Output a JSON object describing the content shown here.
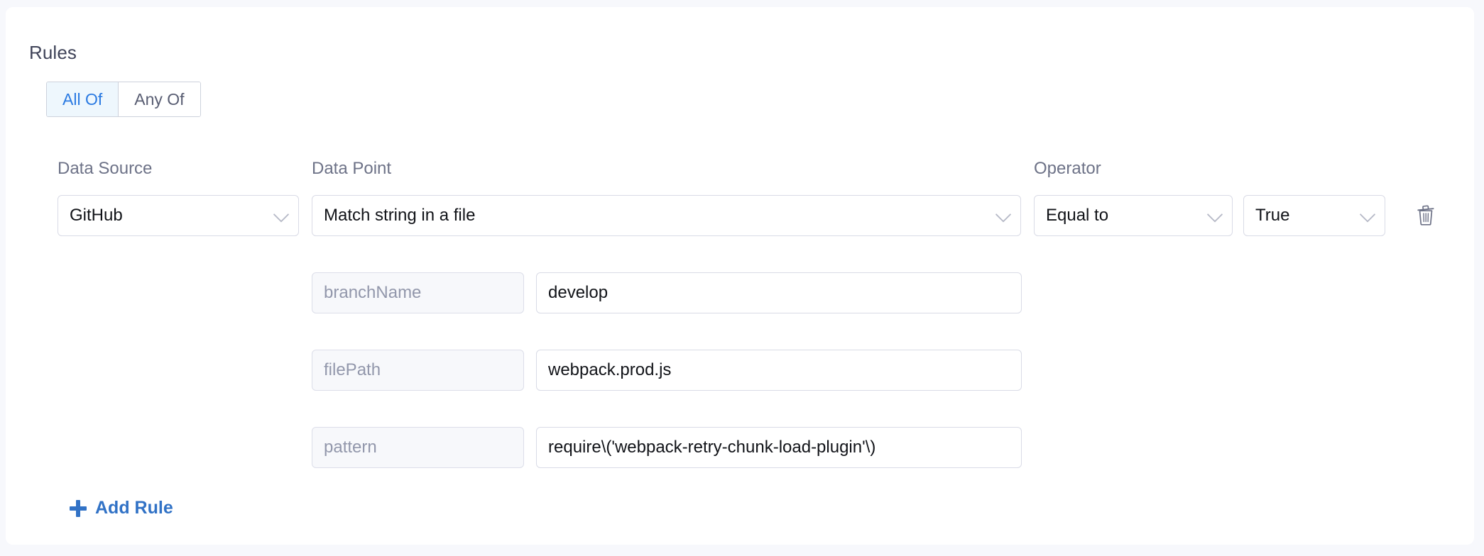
{
  "section": {
    "title": "Rules"
  },
  "match_toggle": {
    "options": [
      {
        "label": "All Of",
        "selected": true
      },
      {
        "label": "Any Of",
        "selected": false
      }
    ]
  },
  "columns": {
    "data_source_label": "Data Source",
    "data_point_label": "Data Point",
    "operator_label": "Operator"
  },
  "rule": {
    "data_source": "GitHub",
    "data_point": "Match string in a file",
    "operator": "Equal to",
    "expected_value": "True",
    "delete_icon": "trash-icon",
    "parameters": [
      {
        "key": "branchName",
        "value": "develop"
      },
      {
        "key": "filePath",
        "value": "webpack.prod.js"
      },
      {
        "key": "pattern",
        "value": "require\\('webpack-retry-chunk-load-plugin'\\)"
      }
    ]
  },
  "actions": {
    "add_rule_label": "Add Rule",
    "add_rule_icon": "plus-icon"
  },
  "colors": {
    "accent": "#3172c6",
    "toggle_active_text": "#2a7ae2",
    "toggle_active_bg": "#eef7fd",
    "label_text": "#6d7287",
    "value_text": "#111318",
    "placeholder_text": "#9297ab",
    "border": "#d9dbe6",
    "page_bg": "#f7f8fc",
    "card_bg": "#ffffff"
  }
}
